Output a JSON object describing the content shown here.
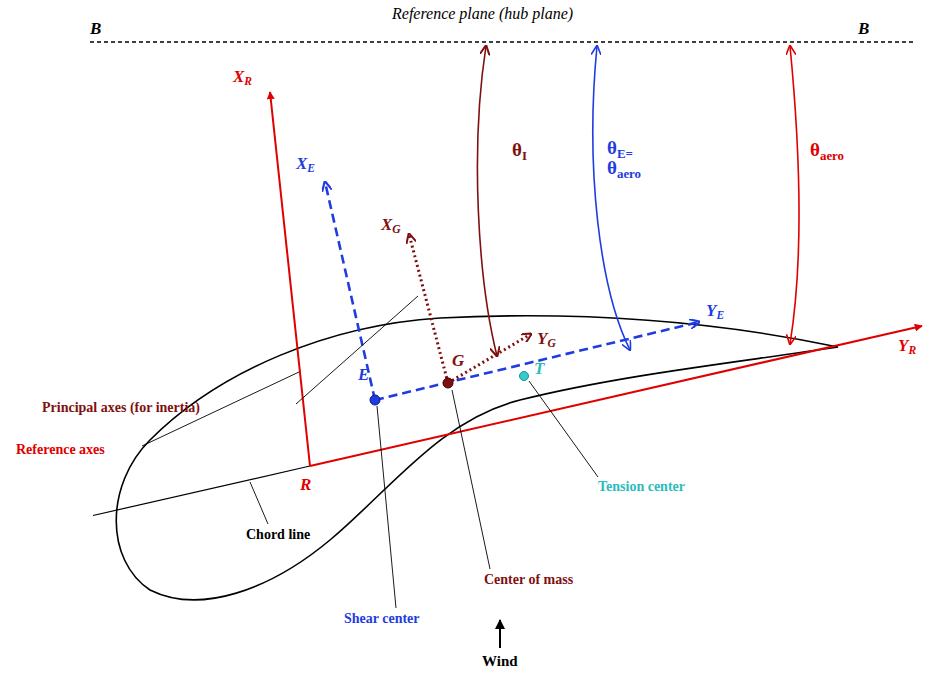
{
  "diagram": {
    "labels": [
      "Reference plane (hub plane)",
      "B",
      "B",
      "XR",
      "XE",
      "XG",
      "θI",
      "θE= θaero",
      "θaero",
      "Principal axes (for inertia)",
      "Reference axes",
      "G",
      "T",
      "YG",
      "YE",
      "YR",
      "E",
      "R",
      "Tension center",
      "Center of mass",
      "Chord line",
      "Shear center",
      "Wind"
    ]
  }
}
